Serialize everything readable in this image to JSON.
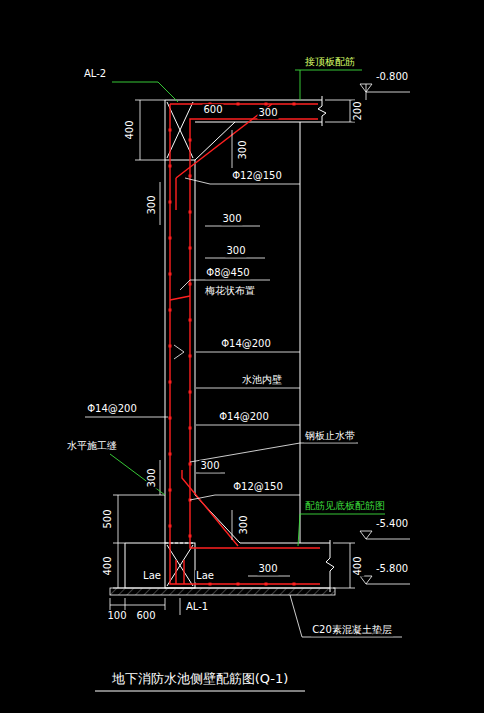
{
  "diagram": {
    "caption": "地下消防水池侧壁配筋图(Q-1)",
    "labels": [
      "AL-2",
      "接顶板配筋",
      "-0.800",
      "600",
      "300",
      "200",
      "400",
      "300",
      "Φ12@150",
      "300",
      "300",
      "300",
      "Φ8@450",
      "梅花状布置",
      "Φ14@200",
      "水池内壁",
      "Φ14@200",
      "Φ14@200",
      "钢板止水带",
      "水平施工缝",
      "300",
      "300",
      "Φ12@150",
      "300",
      "配筋见底板配筋图",
      "-5.400",
      "500",
      "400",
      "400",
      "-5.800",
      "Lae",
      "Lae",
      "300",
      "100",
      "600",
      "AL-1",
      "C20素混凝土垫层"
    ]
  }
}
